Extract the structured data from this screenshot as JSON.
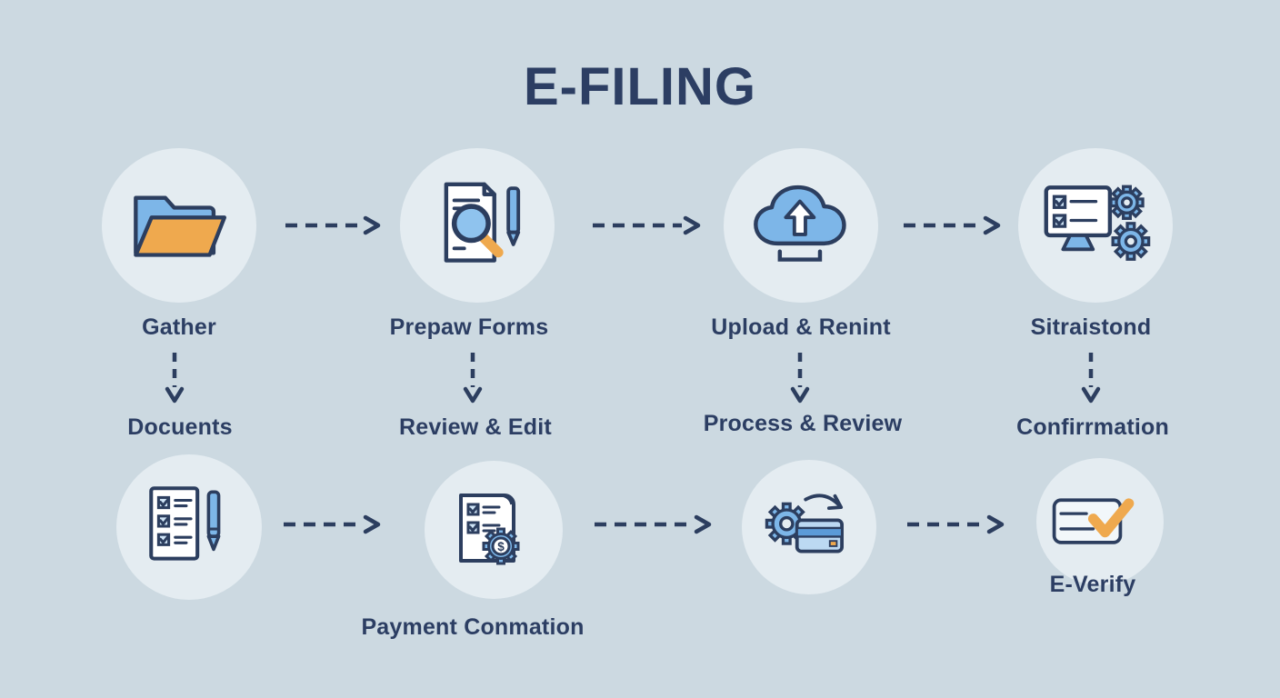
{
  "title": "E-FILING",
  "colors": {
    "background": "#ccd9e1",
    "navy": "#2c3e5f",
    "blue": "#7db6e8",
    "light_blue": "#bcd9f2",
    "orange": "#efa94e",
    "circle_fill": "#e4ecf1",
    "text": "#2c3e63"
  },
  "steps": {
    "row1": [
      {
        "icon": "folder-icon",
        "label": "Gather",
        "sublabel": "Docuents"
      },
      {
        "icon": "document-search-icon",
        "label": "Prepaw Forms",
        "sublabel": "Review & Edit"
      },
      {
        "icon": "cloud-upload-icon",
        "label": "Upload & Renint",
        "sublabel": "Process & Review"
      },
      {
        "icon": "monitor-gears-icon",
        "label": "Sitraistond",
        "sublabel": "Confirrmation"
      }
    ],
    "row2": [
      {
        "icon": "checklist-pen-icon",
        "label": ""
      },
      {
        "icon": "payment-gear-document-icon",
        "label": "Payment Conmation"
      },
      {
        "icon": "gear-credit-card-icon",
        "label": ""
      },
      {
        "icon": "everify-card-check-icon",
        "label": "E-Verify"
      }
    ]
  }
}
